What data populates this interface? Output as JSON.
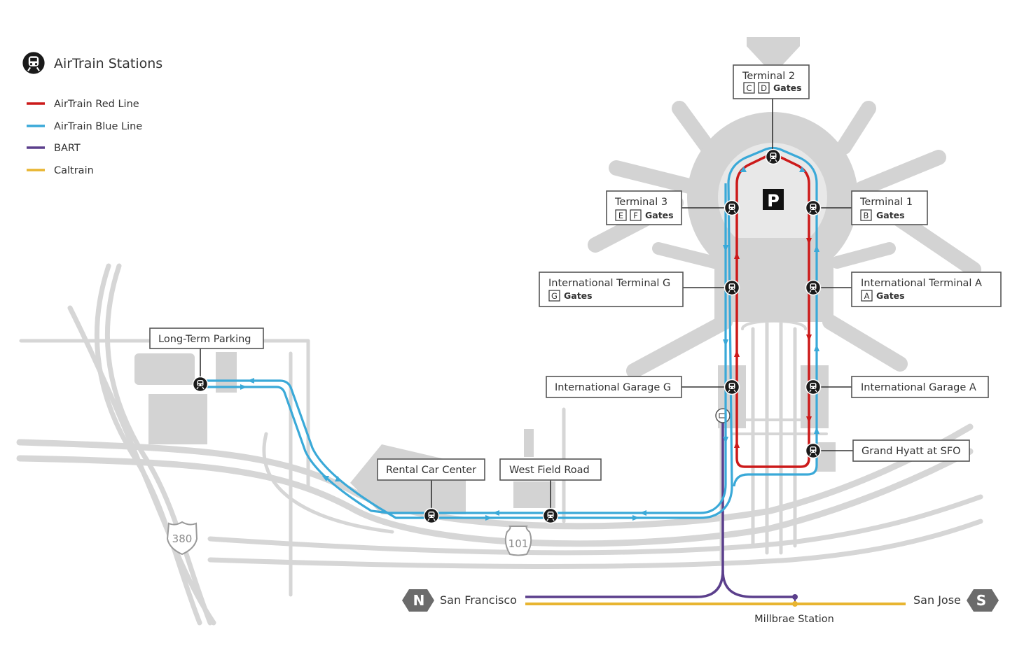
{
  "legend": {
    "title": "AirTrain Stations",
    "items": [
      {
        "label": "AirTrain Red Line",
        "color": "#cc1a1a"
      },
      {
        "label": "AirTrain Blue Line",
        "color": "#3aa9d8"
      },
      {
        "label": "BART",
        "color": "#5b3f8c"
      },
      {
        "label": "Caltrain",
        "color": "#e8b531"
      }
    ]
  },
  "stations": {
    "terminal2": {
      "name": "Terminal 2",
      "gates": [
        "C",
        "D"
      ],
      "gates_word": "Gates"
    },
    "terminal3": {
      "name": "Terminal 3",
      "gates": [
        "E",
        "F"
      ],
      "gates_word": "Gates"
    },
    "terminal1": {
      "name": "Terminal 1",
      "gates": [
        "B"
      ],
      "gates_word": "Gates"
    },
    "intl_terminal_g": {
      "name": "International Terminal G",
      "gates": [
        "G"
      ],
      "gates_word": "Gates"
    },
    "intl_terminal_a": {
      "name": "International Terminal A",
      "gates": [
        "A"
      ],
      "gates_word": "Gates"
    },
    "intl_garage_g": {
      "name": "International Garage G"
    },
    "intl_garage_a": {
      "name": "International Garage A"
    },
    "grand_hyatt": {
      "name": "Grand Hyatt at SFO"
    },
    "long_term_parking": {
      "name": "Long-Term Parking"
    },
    "rental_car_center": {
      "name": "Rental Car Center"
    },
    "west_field_road": {
      "name": "West Field Road"
    }
  },
  "parking_symbol": "P",
  "highways": {
    "i380": "380",
    "us101": "101"
  },
  "directions": {
    "north": {
      "letter": "N",
      "label": "San Francisco"
    },
    "south": {
      "letter": "S",
      "label": "San Jose"
    }
  },
  "millbrae": "Millbrae Station"
}
